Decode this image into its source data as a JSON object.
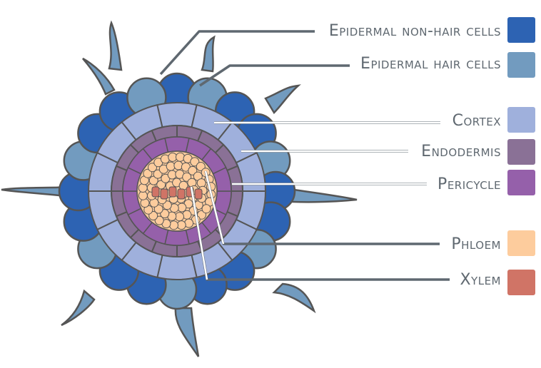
{
  "legend": [
    {
      "label": "Epidermal non-hair cells",
      "color": "#2d63b3"
    },
    {
      "label": "Epidermal hair cells",
      "color": "#729bbf"
    },
    {
      "label": "Cortex",
      "color": "#9fb0dc"
    },
    {
      "label": "Endodermis",
      "color": "#8a7196"
    },
    {
      "label": "Pericycle",
      "color": "#9560aa"
    },
    {
      "label": "Phloem",
      "color": "#fdcc9d"
    },
    {
      "label": "Xylem",
      "color": "#d07466"
    }
  ],
  "colors": {
    "outline": "#555555",
    "leader_line": "#5f6870",
    "leader_inner": "#ffffff"
  }
}
